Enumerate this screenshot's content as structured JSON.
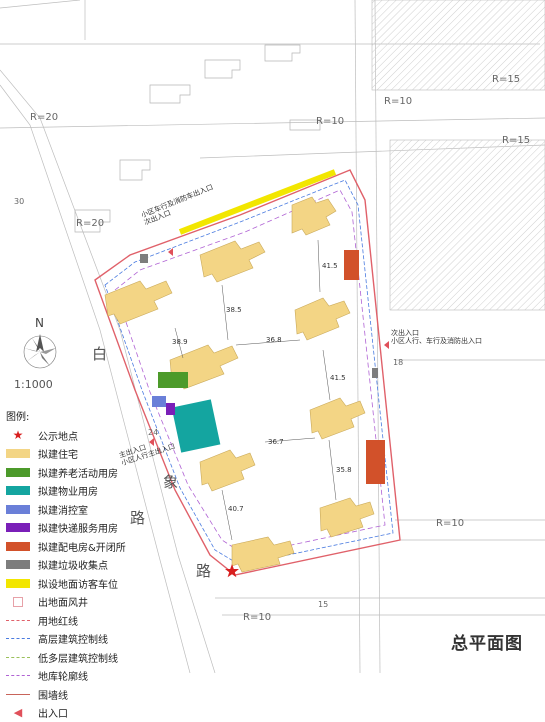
{
  "map": {
    "title": "总平面图",
    "scale": "1:1000",
    "north": "N",
    "road_chars": [
      "白",
      "象",
      "路",
      "路"
    ],
    "radii": [
      "R=20",
      "R=10",
      "R=20",
      "R=15",
      "R=15",
      "R=10",
      "R=10",
      "R=10"
    ],
    "plot_numbers": [
      "30",
      "24",
      "18",
      "15"
    ],
    "entrances": {
      "north": [
        "小区车行及消防车出入口",
        "次出入口"
      ],
      "east": [
        "次出入口",
        "小区人行、车行及消防出入口"
      ],
      "west": [
        "主出入口",
        "小区人行主出入口"
      ]
    },
    "distances": [
      "41.5",
      "38.5",
      "38.9",
      "36.8",
      "41.5",
      "36.7",
      "35.8",
      "40.7"
    ]
  },
  "legend": {
    "title": "图例:",
    "items": [
      {
        "label": "公示地点",
        "kind": "star",
        "color": "#d81e1e"
      },
      {
        "label": "拟建住宅",
        "kind": "fill",
        "color": "#f3d585"
      },
      {
        "label": "拟建养老活动用房",
        "kind": "fill",
        "color": "#4c9a2a"
      },
      {
        "label": "拟建物业用房",
        "kind": "fill",
        "color": "#14a5a0"
      },
      {
        "label": "拟建消控室",
        "kind": "fill",
        "color": "#6a7fd8"
      },
      {
        "label": "拟建快递服务用房",
        "kind": "fill",
        "color": "#7a1fb8"
      },
      {
        "label": "拟建配电房&开闭所",
        "kind": "fill",
        "color": "#d2512a"
      },
      {
        "label": "拟建垃圾收集点",
        "kind": "fill",
        "color": "#7d7d7d"
      },
      {
        "label": "拟设地面访客车位",
        "kind": "fill",
        "color": "#f2e600"
      },
      {
        "label": "出地面风井",
        "kind": "box",
        "color": "#e7a1a8"
      },
      {
        "label": "用地红线",
        "kind": "line",
        "color": "#e0616a",
        "style": "dashed"
      },
      {
        "label": "高层建筑控制线",
        "kind": "line",
        "color": "#4a7be0",
        "style": "dashed"
      },
      {
        "label": "低多层建筑控制线",
        "kind": "line",
        "color": "#9ac05a",
        "style": "dashed"
      },
      {
        "label": "地库轮廓线",
        "kind": "line",
        "color": "#b063d4",
        "style": "dashed"
      },
      {
        "label": "围墙线",
        "kind": "line",
        "color": "#c8645a",
        "style": "solid"
      },
      {
        "label": "出入口",
        "kind": "arrow",
        "color": "#e0505a"
      }
    ]
  }
}
